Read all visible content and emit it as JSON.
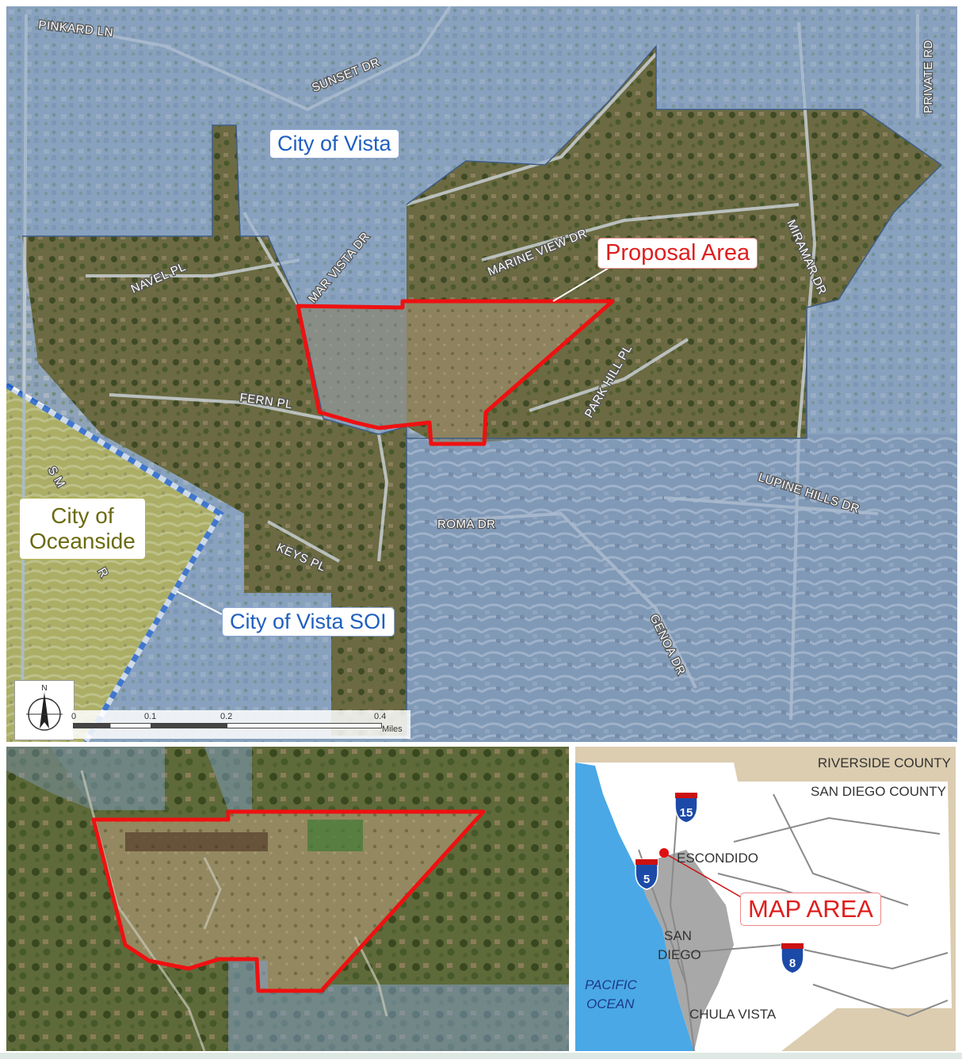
{
  "main_map": {
    "roads": {
      "pinkard": "PINKARD LN",
      "sunset": "SUNSET DR",
      "private": "PRIVATE RD",
      "mar_vista": "MAR VISTA DR",
      "marine_view": "MARINE VIEW DR",
      "miramar": "MIRAMAR DR",
      "navel": "NAVEL PL",
      "fern": "FERN PL",
      "park_hill": "PARK HILL PL",
      "lupine": "LUPINE HILLS DR",
      "roma": "ROMA DR",
      "keys": "KEYS PL",
      "genoa": "GENOA DR",
      "s_mel_a": "S M",
      "s_mel_b": "R"
    },
    "labels": {
      "city_of_vista": "City of Vista",
      "proposal_area": "Proposal Area",
      "oceanside_line1": "City of",
      "oceanside_line2": "Oceanside",
      "vista_soi": "City of Vista SOI"
    },
    "scale": {
      "ticks": [
        "0",
        "0.1",
        "0.2",
        "0.4"
      ],
      "unit": "Miles",
      "north": "N"
    },
    "colors": {
      "city_shade": "#7f9fc8",
      "proposal_outline": "#ee1111",
      "oceanside_fill": "#d9c92a",
      "soi_dash": "#1a5fd0"
    }
  },
  "locator_map": {
    "riverside": "RIVERSIDE COUNTY",
    "san_diego_county": "SAN DIEGO COUNTY",
    "escondido": "ESCONDIDO",
    "map_area": "MAP AREA",
    "san_diego_line1": "SAN",
    "san_diego_line2": "DIEGO",
    "pacific_line1": "PACIFIC",
    "pacific_line2": "OCEAN",
    "chula_vista": "CHULA VISTA",
    "i15": "15",
    "i5": "5",
    "i8": "8"
  }
}
